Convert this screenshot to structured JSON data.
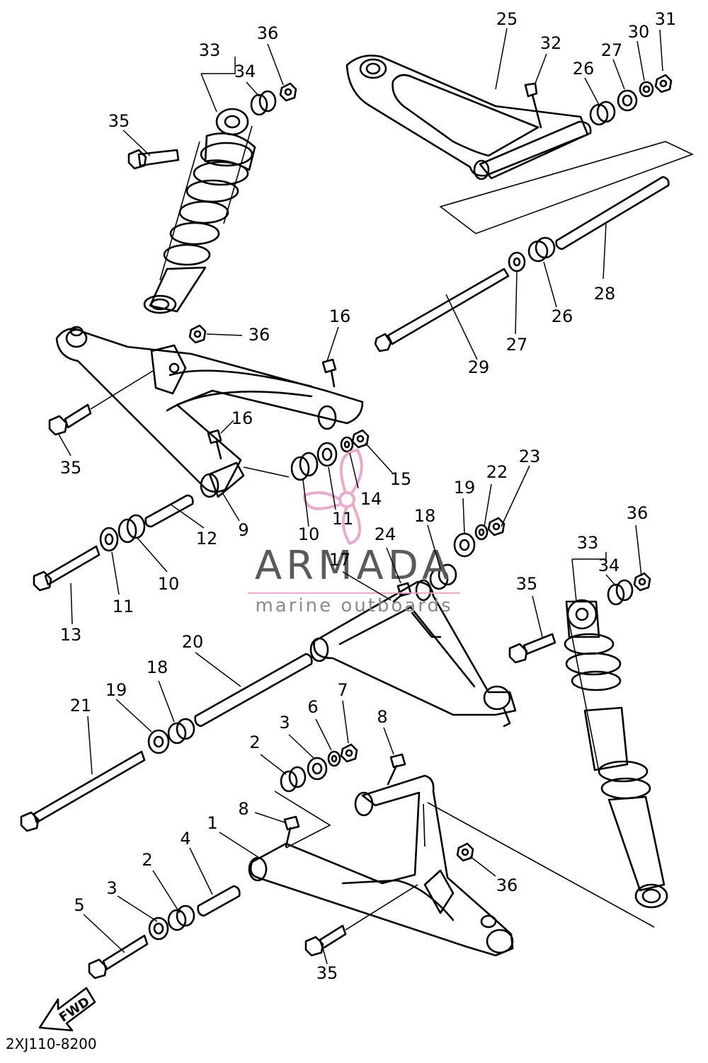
{
  "diagram_code": "2XJ110-8200",
  "direction_label": "FWD",
  "watermark": {
    "brand": "ARMADA",
    "tagline": "marine outboards",
    "brand_color": "#5a5a5a",
    "accent_color": "#e6a3c8"
  },
  "callouts": [
    {
      "id": "c25",
      "text": "25"
    },
    {
      "id": "c32",
      "text": "32"
    },
    {
      "id": "c31",
      "text": "31"
    },
    {
      "id": "c30",
      "text": "30"
    },
    {
      "id": "c27a",
      "text": "27"
    },
    {
      "id": "c26a",
      "text": "26"
    },
    {
      "id": "c33a",
      "text": "33"
    },
    {
      "id": "c34a",
      "text": "34"
    },
    {
      "id": "c36a",
      "text": "36"
    },
    {
      "id": "c35a",
      "text": "35"
    },
    {
      "id": "c36b",
      "text": "36"
    },
    {
      "id": "c16a",
      "text": "16"
    },
    {
      "id": "c16b",
      "text": "16"
    },
    {
      "id": "c35b",
      "text": "35"
    },
    {
      "id": "c28",
      "text": "28"
    },
    {
      "id": "c26b",
      "text": "26"
    },
    {
      "id": "c27b",
      "text": "27"
    },
    {
      "id": "c29",
      "text": "29"
    },
    {
      "id": "c15",
      "text": "15"
    },
    {
      "id": "c14",
      "text": "14"
    },
    {
      "id": "c11a",
      "text": "11"
    },
    {
      "id": "c10a",
      "text": "10"
    },
    {
      "id": "c9",
      "text": "9"
    },
    {
      "id": "c12",
      "text": "12"
    },
    {
      "id": "c10b",
      "text": "10"
    },
    {
      "id": "c11b",
      "text": "11"
    },
    {
      "id": "c13",
      "text": "13"
    },
    {
      "id": "c23",
      "text": "23"
    },
    {
      "id": "c22",
      "text": "22"
    },
    {
      "id": "c19a",
      "text": "19"
    },
    {
      "id": "c18a",
      "text": "18"
    },
    {
      "id": "c24",
      "text": "24"
    },
    {
      "id": "c17",
      "text": "17"
    },
    {
      "id": "c36c",
      "text": "36"
    },
    {
      "id": "c33b",
      "text": "33"
    },
    {
      "id": "c34b",
      "text": "34"
    },
    {
      "id": "c35c",
      "text": "35"
    },
    {
      "id": "c20",
      "text": "20"
    },
    {
      "id": "c18b",
      "text": "18"
    },
    {
      "id": "c19b",
      "text": "19"
    },
    {
      "id": "c21",
      "text": "21"
    },
    {
      "id": "c7",
      "text": "7"
    },
    {
      "id": "c6",
      "text": "6"
    },
    {
      "id": "c3a",
      "text": "3"
    },
    {
      "id": "c2a",
      "text": "2"
    },
    {
      "id": "c8a",
      "text": "8"
    },
    {
      "id": "c8b",
      "text": "8"
    },
    {
      "id": "c1",
      "text": "1"
    },
    {
      "id": "c4",
      "text": "4"
    },
    {
      "id": "c2b",
      "text": "2"
    },
    {
      "id": "c3b",
      "text": "3"
    },
    {
      "id": "c5",
      "text": "5"
    },
    {
      "id": "c36d",
      "text": "36"
    },
    {
      "id": "c35d",
      "text": "35"
    }
  ]
}
